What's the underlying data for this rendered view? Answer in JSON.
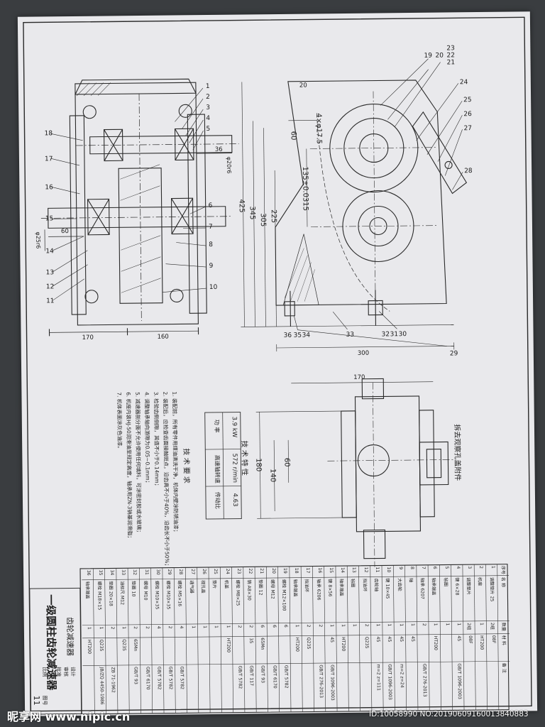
{
  "drawing": {
    "title": "一级圆柱齿轮减速器",
    "subtitle": "齿轮减速器",
    "sheet_no": "11",
    "note_cover": "拆去观察孔盖附件",
    "tech_params_title": "技 术 特 性",
    "tech_params_headers": [
      "功 率",
      "高速轴转速",
      "传动比"
    ],
    "tech_params_values": [
      "3.9 kW",
      "572 r/min",
      "4.63"
    ],
    "tech_req_title": "技 术 要 求",
    "tech_req": [
      "1. 装配前，所有零件用煤油清洗干净，机体内壁涂防锈油漆；",
      "2. 装配后，应检查齿面接触斑点，沿齿高不小于40%，沿齿长不小于50%；",
      "3. 检验齿侧侧隙，其值不小于0.14mm；",
      "4. 调整轴承轴向游隙为0.05~0.1mm；",
      "5. 减速器剖分面不允许使用任何填料，可涂密封胶或水玻璃；",
      "6. 机座内装HJ-50润滑油至规定高度，轴承用ZN-3钠基润滑脂；",
      "7. 机体表面涂灰色油漆。"
    ],
    "dims_left": [
      "170",
      "160",
      "60",
      "36",
      "φ25r6",
      "φ20r6"
    ],
    "dims_right": [
      "300",
      "425",
      "345",
      "305",
      "225",
      "135±0.0315",
      "60",
      "20",
      "4×φ17.5"
    ],
    "dims_bottom": [
      "170",
      "180",
      "140",
      "60"
    ],
    "part_numbers_left": [
      "1",
      "2",
      "3",
      "4",
      "5",
      "6",
      "7",
      "8",
      "9",
      "10",
      "11",
      "12",
      "13",
      "14",
      "15",
      "16",
      "17",
      "18"
    ],
    "part_numbers_right": [
      "19",
      "20",
      "21",
      "22",
      "23",
      "24",
      "25",
      "26",
      "27",
      "28",
      "29",
      "30",
      "31",
      "32",
      "33",
      "34",
      "35",
      "36"
    ]
  },
  "bom_rows": [
    [
      "36",
      "轴承端盖",
      "1",
      "HT200",
      ""
    ],
    [
      "35",
      "螺栓 M18×15",
      "1",
      "Q235",
      "JB/ZQ 4450-1986"
    ],
    [
      "34",
      "垫圈 20×18",
      "2",
      "",
      "ZB 71-1962"
    ],
    [
      "33",
      "油标尺 M12",
      "1",
      "Q235",
      ""
    ],
    [
      "32",
      "垫圈 10",
      "2",
      "65Mn",
      "GB/T 93"
    ],
    [
      "31",
      "螺母 M10",
      "2",
      "",
      "GB/T 6170"
    ],
    [
      "30",
      "螺栓 M10×35",
      "4",
      "",
      "GB/T 5782"
    ],
    [
      "29",
      "螺栓 M10×35",
      "2",
      "",
      "GB/T 5782"
    ],
    [
      "28",
      "螺栓 M5×16",
      "4",
      "",
      "GB/T 5782"
    ],
    [
      "27",
      "通气器",
      "1",
      "",
      ""
    ],
    [
      "26",
      "视孔盖",
      "1",
      "",
      ""
    ],
    [
      "25",
      "垫片",
      "1",
      "",
      ""
    ],
    [
      "24",
      "机盖",
      "1",
      "HT200",
      ""
    ],
    [
      "23",
      "螺栓 M8×25",
      "2",
      "",
      "GB/T 5782"
    ],
    [
      "22",
      "销 A8×30",
      "2",
      "35",
      "GB/T 117"
    ],
    [
      "21",
      "垫圈 12",
      "6",
      "65Mn",
      "GB/T 93"
    ],
    [
      "20",
      "螺母 M12",
      "6",
      "",
      "GB/T 6170"
    ],
    [
      "19",
      "螺栓 M12×100",
      "6",
      "",
      "GB/T 5782"
    ],
    [
      "18",
      "轴承端盖",
      "1",
      "HT200",
      ""
    ],
    [
      "17",
      "挡油环",
      "2",
      "Q235",
      ""
    ],
    [
      "16",
      "轴承 6206",
      "2",
      "",
      "GB/T 276-2013"
    ],
    [
      "15",
      "键 8×56",
      "1",
      "45",
      "GB/T 1096-2003"
    ],
    [
      "14",
      "轴承端盖",
      "1",
      "HT200",
      ""
    ],
    [
      "13",
      "毡圈",
      "1",
      "",
      ""
    ],
    [
      "12",
      "挡油环",
      "2",
      "Q235",
      ""
    ],
    [
      "11",
      "齿轮轴",
      "1",
      "45",
      "m=2 z=111"
    ],
    [
      "10",
      "键 10×45",
      "1",
      "45",
      "GB/T 1096-2003"
    ],
    [
      "9",
      "大齿轮",
      "1",
      "45",
      "m=2 z=24"
    ],
    [
      "8",
      "轴",
      "1",
      "45",
      ""
    ],
    [
      "7",
      "轴承 6207",
      "2",
      "",
      "GB/T 276-2013"
    ],
    [
      "6",
      "轴承端盖",
      "1",
      "HT200",
      ""
    ],
    [
      "5",
      "毡圈",
      "1",
      "",
      ""
    ],
    [
      "4",
      "键 6×28",
      "1",
      "45",
      "GB/T 1096-2003"
    ],
    [
      "3",
      "调整垫片",
      "2组",
      "08F",
      ""
    ],
    [
      "2",
      "机座",
      "1",
      "HT200",
      ""
    ],
    [
      "1",
      "调整垫片 25",
      "2组",
      "08F",
      ""
    ]
  ],
  "bom_header": [
    "序号",
    "名 称",
    "数量",
    "材 料",
    "备 注"
  ],
  "title_block": {
    "design": "设计",
    "check": "审核",
    "approve": "批准",
    "scale": "比例",
    "drawing_no": "图号"
  },
  "watermark": {
    "logo": "昵享网 www.nipic.cn",
    "id": "ID:10058990 NO:20190609160013840883"
  }
}
